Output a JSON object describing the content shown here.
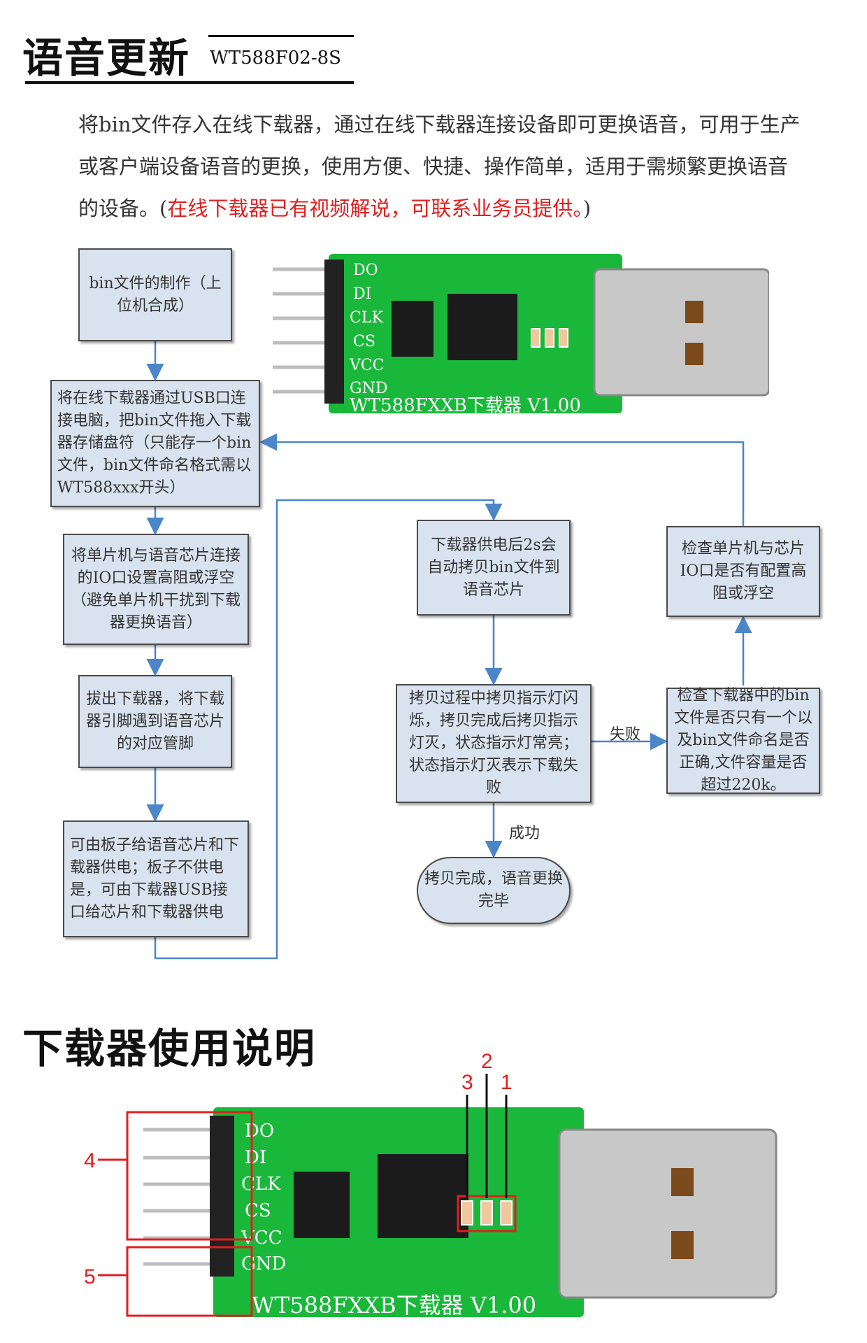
{
  "section1": {
    "title": "语音更新",
    "model": "WT588F02-8S",
    "intro_main": "将bin文件存入在线下载器，通过在线下载器连接设备即可更换语音，可用于生产或客户端设备语音的更换，使用方便、快捷、操作简单，适用于需频繁更换语音的设备。(",
    "intro_red": "在线下载器已有视频解说，可联系业务员提供。",
    "intro_end": ")"
  },
  "board_top": {
    "pins": [
      "DO",
      "DI",
      "CLK",
      "CS",
      "VCC",
      "GND"
    ],
    "label": "WT588FXXB下载器 V1.00"
  },
  "flow": {
    "step1": "bin文件的制作（上位机合成）",
    "step2": "将在线下载器通过USB口连接电脑，把bin文件拖入下载器存储盘符（只能存一个bin文件，bin文件命名格式需以WT588xxx开头）",
    "step3": "将单片机与语音芯片连接的IO口设置高阻或浮空（避免单片机干扰到下载器更换语音）",
    "step4": "拔出下载器，将下载器引脚遇到语音芯片的对应管脚",
    "step5": "可由板子给语音芯片和下载器供电；板子不供电是，可由下载器USB接口给芯片和下载器供电",
    "step6": "下载器供电后2s会自动拷贝bin文件到语音芯片",
    "step7": "拷贝过程中拷贝指示灯闪烁，拷贝完成后拷贝指示灯灭，状态指示灯常亮；状态指示灯灭表示下载失败",
    "check_file": "检查下载器中的bin文件是否只有一个以及bin文件命名是否正确,文件容量是否超过220k。",
    "check_io": "检查单片机与芯片IO口是否有配置高阻或浮空",
    "end": "拷贝完成，语音更换完毕",
    "fail_label": "失败",
    "success_label": "成功"
  },
  "section2": {
    "title": "下载器使用说明",
    "markers": [
      "1",
      "2",
      "3",
      "4",
      "5"
    ]
  },
  "colors": {
    "pcb": "#19b83a",
    "pcb_dark": "#0f8f2a",
    "box_fill": "#d9e3ef",
    "arrow": "#4a86c8",
    "red": "#e31e1e"
  }
}
